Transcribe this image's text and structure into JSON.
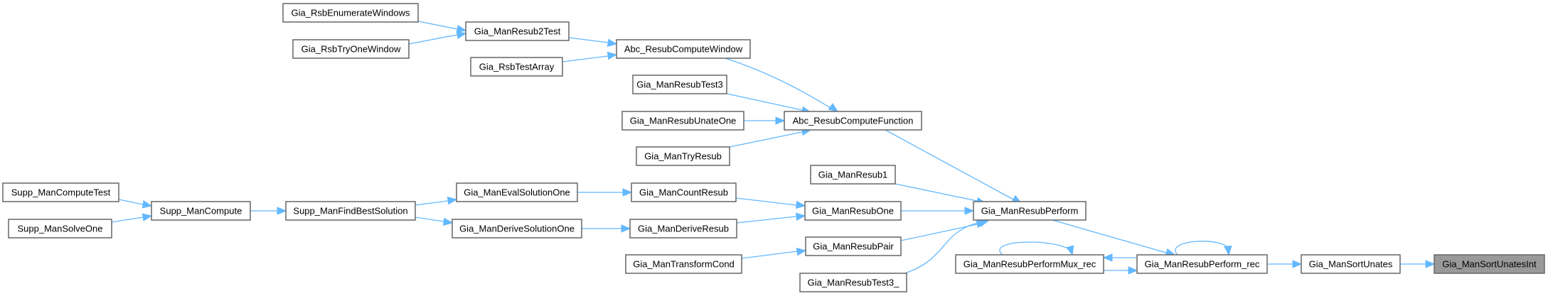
{
  "graph": {
    "type": "call-graph",
    "colors": {
      "edge": "#63b8ff",
      "node_border": "#666666",
      "node_fill": "#ffffff",
      "focus_fill": "#999999"
    },
    "focus_node": "gia_mansortunatesint",
    "nodes": [
      {
        "id": "gia_rsbenumeratewindows",
        "label": "Gia_RsbEnumerateWindows"
      },
      {
        "id": "gia_rsbtryonewindow",
        "label": "Gia_RsbTryOneWindow"
      },
      {
        "id": "gia_manresub2test",
        "label": "Gia_ManResub2Test"
      },
      {
        "id": "gia_rsbtestarray",
        "label": "Gia_RsbTestArray"
      },
      {
        "id": "abc_resubcomputewindow",
        "label": "Abc_ResubComputeWindow"
      },
      {
        "id": "gia_manresubtest3",
        "label": "Gia_ManResubTest3"
      },
      {
        "id": "gia_manresubunateone",
        "label": "Gia_ManResubUnateOne"
      },
      {
        "id": "gia_mantryresub",
        "label": "Gia_ManTryResub"
      },
      {
        "id": "abc_resubcomputefunction",
        "label": "Abc_ResubComputeFunction"
      },
      {
        "id": "supp_mancomputetest",
        "label": "Supp_ManComputeTest"
      },
      {
        "id": "supp_mansolveone",
        "label": "Supp_ManSolveOne"
      },
      {
        "id": "supp_mancompute",
        "label": "Supp_ManCompute"
      },
      {
        "id": "supp_manfindbestsolution",
        "label": "Supp_ManFindBestSolution"
      },
      {
        "id": "gia_manevalsolutionone",
        "label": "Gia_ManEvalSolutionOne"
      },
      {
        "id": "gia_manderivesolutionone",
        "label": "Gia_ManDeriveSolutionOne"
      },
      {
        "id": "gia_mancountresub",
        "label": "Gia_ManCountResub"
      },
      {
        "id": "gia_manderiveresub",
        "label": "Gia_ManDeriveResub"
      },
      {
        "id": "gia_mantransformcond",
        "label": "Gia_ManTransformCond"
      },
      {
        "id": "gia_manresub1",
        "label": "Gia_ManResub1"
      },
      {
        "id": "gia_manresubone",
        "label": "Gia_ManResubOne"
      },
      {
        "id": "gia_manresubpair",
        "label": "Gia_ManResubPair"
      },
      {
        "id": "gia_manresubtest3_",
        "label": "Gia_ManResubTest3_"
      },
      {
        "id": "gia_manresubperform",
        "label": "Gia_ManResubPerform"
      },
      {
        "id": "gia_manresubperformmux_rec",
        "label": "Gia_ManResubPerformMux_rec"
      },
      {
        "id": "gia_manresubperform_rec",
        "label": "Gia_ManResubPerform_rec"
      },
      {
        "id": "gia_mansortunates",
        "label": "Gia_ManSortUnates"
      },
      {
        "id": "gia_mansortunatesint",
        "label": "Gia_ManSortUnatesInt"
      }
    ],
    "edges": [
      {
        "from": "gia_rsbenumeratewindows",
        "to": "gia_manresub2test"
      },
      {
        "from": "gia_rsbtryonewindow",
        "to": "gia_manresub2test"
      },
      {
        "from": "gia_manresub2test",
        "to": "abc_resubcomputewindow"
      },
      {
        "from": "gia_rsbtestarray",
        "to": "abc_resubcomputewindow"
      },
      {
        "from": "abc_resubcomputewindow",
        "to": "abc_resubcomputefunction"
      },
      {
        "from": "gia_manresubtest3",
        "to": "abc_resubcomputefunction"
      },
      {
        "from": "gia_manresubunateone",
        "to": "abc_resubcomputefunction"
      },
      {
        "from": "gia_mantryresub",
        "to": "abc_resubcomputefunction"
      },
      {
        "from": "abc_resubcomputefunction",
        "to": "gia_manresubperform"
      },
      {
        "from": "supp_mancomputetest",
        "to": "supp_mancompute"
      },
      {
        "from": "supp_mansolveone",
        "to": "supp_mancompute"
      },
      {
        "from": "supp_mancompute",
        "to": "supp_manfindbestsolution"
      },
      {
        "from": "supp_manfindbestsolution",
        "to": "gia_manevalsolutionone"
      },
      {
        "from": "supp_manfindbestsolution",
        "to": "gia_manderivesolutionone"
      },
      {
        "from": "gia_manevalsolutionone",
        "to": "gia_mancountresub"
      },
      {
        "from": "gia_manderivesolutionone",
        "to": "gia_manderiveresub"
      },
      {
        "from": "gia_mancountresub",
        "to": "gia_manresubone"
      },
      {
        "from": "gia_manderiveresub",
        "to": "gia_manresubone"
      },
      {
        "from": "gia_mantransformcond",
        "to": "gia_manresubpair"
      },
      {
        "from": "gia_manresub1",
        "to": "gia_manresubperform"
      },
      {
        "from": "gia_manresubone",
        "to": "gia_manresubperform"
      },
      {
        "from": "gia_manresubpair",
        "to": "gia_manresubperform"
      },
      {
        "from": "gia_manresubtest3_",
        "to": "gia_manresubperform"
      },
      {
        "from": "gia_manresubperform",
        "to": "gia_manresubperform_rec"
      },
      {
        "from": "gia_manresubperformmux_rec",
        "to": "gia_manresubperformmux_rec"
      },
      {
        "from": "gia_manresubperformmux_rec",
        "to": "gia_manresubperform_rec"
      },
      {
        "from": "gia_manresubperform_rec",
        "to": "gia_manresubperformmux_rec"
      },
      {
        "from": "gia_manresubperform_rec",
        "to": "gia_manresubperform_rec"
      },
      {
        "from": "gia_manresubperform_rec",
        "to": "gia_mansortunates"
      },
      {
        "from": "gia_mansortunates",
        "to": "gia_mansortunatesint"
      }
    ]
  }
}
